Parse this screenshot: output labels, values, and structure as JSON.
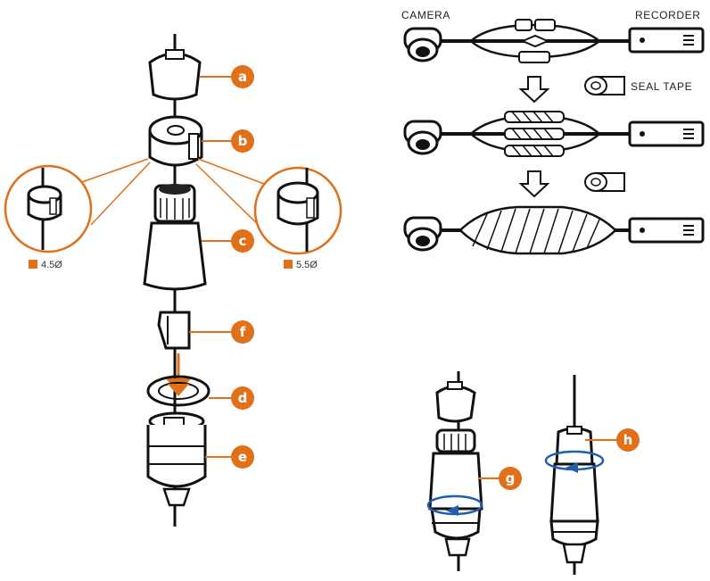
{
  "colors": {
    "accent": "#e0701a",
    "ink": "#111111",
    "arrow_blue": "#1f5fae"
  },
  "parts": {
    "a": "a",
    "b": "b",
    "c": "c",
    "d": "d",
    "e": "e",
    "f": "f",
    "g": "g",
    "h": "h"
  },
  "sizes": {
    "small": "4.5Ø",
    "large": "5.5Ø"
  },
  "wiring": {
    "camera_label": "CAMERA",
    "recorder_label": "RECORDER",
    "seal_tape_label": "SEAL TAPE"
  }
}
